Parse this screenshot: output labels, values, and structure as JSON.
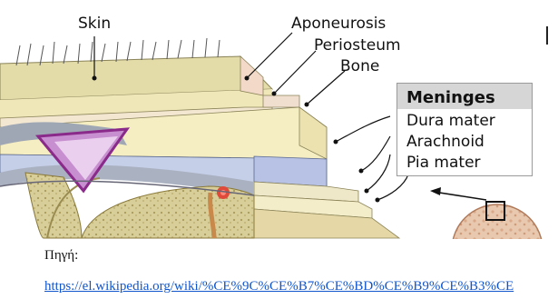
{
  "labels": {
    "skin": "Skin",
    "aponeurosis": "Aponeurosis",
    "periosteum": "Periosteum",
    "bone": "Bone"
  },
  "meninges": {
    "title": "Meninges",
    "items": [
      "Dura mater",
      "Arachnoid",
      "Pia mater"
    ]
  },
  "source": {
    "label": "Πηγή:",
    "url": "https://el.wikipedia.org/wiki/%CE%9C%CE%B7%CE%BD%CE%B9%CE%B3%CE"
  }
}
